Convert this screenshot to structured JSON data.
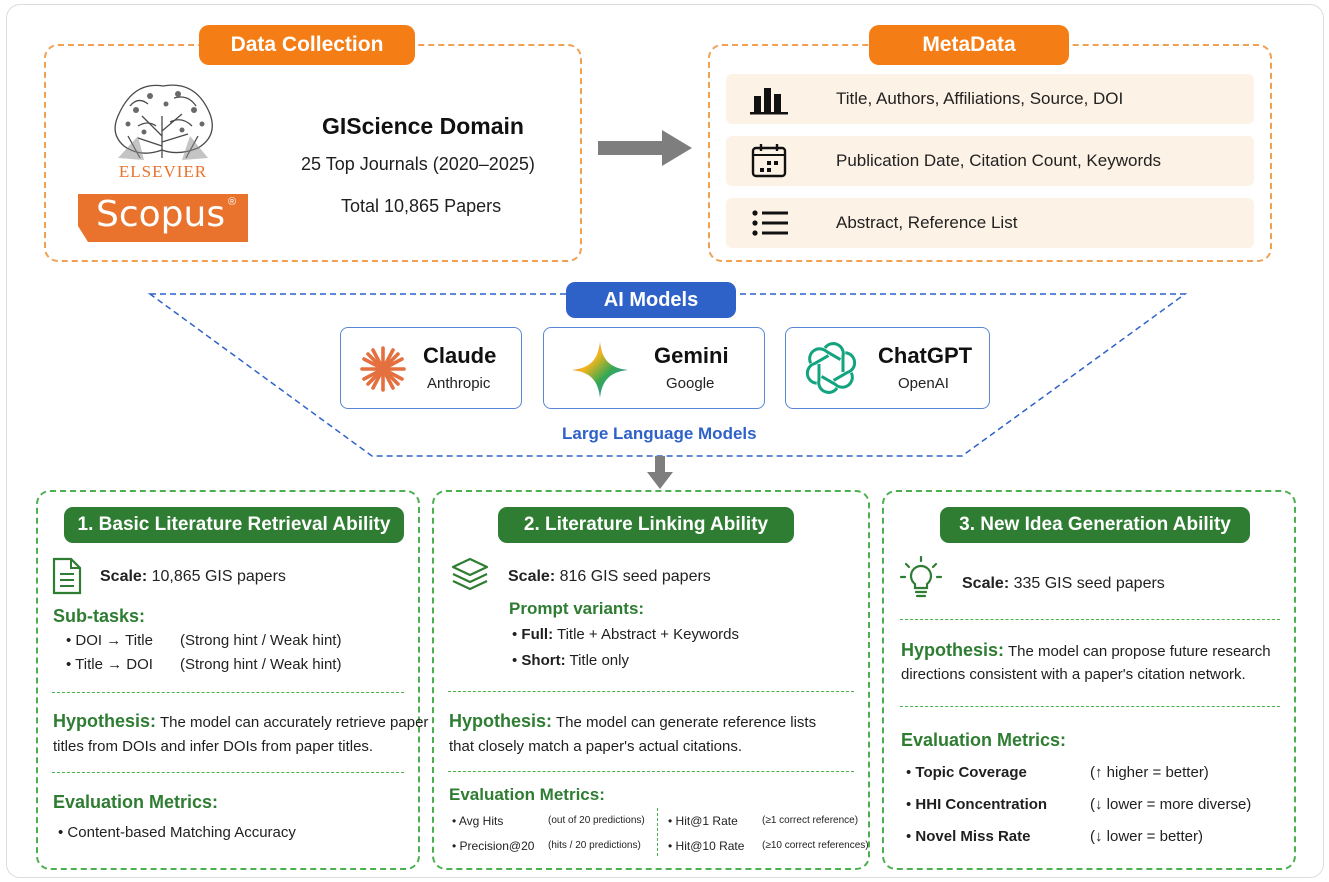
{
  "data_collection": {
    "title": "Data Collection",
    "publisher": "ELSEVIER",
    "brand": "Scopus",
    "brand_mark": "®",
    "domain": "GIScience Domain",
    "journals": "25 Top Journals (2020–2025)",
    "total": "Total 10,865 Papers"
  },
  "metadata": {
    "title": "MetaData",
    "rows": [
      {
        "icon": "bar-chart-icon",
        "label": "Title, Authors, Affiliations, Source, DOI"
      },
      {
        "icon": "calendar-icon",
        "label": "Publication Date, Citation Count, Keywords"
      },
      {
        "icon": "list-icon",
        "label": "Abstract, Reference List"
      }
    ]
  },
  "ai_models": {
    "title": "AI Models",
    "models": [
      {
        "name": "Claude",
        "org": "Anthropic",
        "icon": "claude-icon"
      },
      {
        "name": "Gemini",
        "org": "Google",
        "icon": "gemini-icon"
      },
      {
        "name": "ChatGPT",
        "org": "OpenAI",
        "icon": "chatgpt-icon"
      }
    ],
    "caption": "Large Language Models"
  },
  "ability1": {
    "title": "1. Basic Literature Retrieval Ability",
    "scale_label": "Scale:",
    "scale_value": " 10,865 GIS papers",
    "subtasks_heading": "Sub-tasks:",
    "subtasks": [
      {
        "task": "DOI → Title",
        "hint": "(Strong hint / Weak hint)"
      },
      {
        "task": "Title → DOI",
        "hint": "(Strong hint / Weak hint)"
      }
    ],
    "hyp_label": "Hypothesis:",
    "hyp_line1": "The model can accurately retrieve paper",
    "hyp_line2": "titles from DOIs and infer DOIs from paper titles.",
    "metrics_heading": "Evaluation Metrics:",
    "metrics": [
      "Content-based Matching Accuracy"
    ]
  },
  "ability2": {
    "title": "2. Literature Linking Ability",
    "scale_label": "Scale:",
    "scale_value": " 816 GIS seed papers",
    "prompt_heading": "Prompt variants:",
    "variants": [
      {
        "label": "Full:",
        "value": " Title + Abstract + Keywords"
      },
      {
        "label": "Short:",
        "value": " Title only"
      }
    ],
    "hyp_label": "Hypothesis:",
    "hyp_line1": "The model can generate reference lists",
    "hyp_line2": "that closely match a paper's actual citations.",
    "metrics_heading": "Evaluation Metrics:",
    "metrics": [
      {
        "name": "Avg Hits",
        "note": "(out of 20 predictions)"
      },
      {
        "name": "Precision@20",
        "note": "(hits / 20 predictions)"
      },
      {
        "name": "Hit@1 Rate",
        "note": "(≥1 correct reference)"
      },
      {
        "name": "Hit@10 Rate",
        "note": "(≥10 correct references)"
      }
    ]
  },
  "ability3": {
    "title": "3. New Idea Generation Ability",
    "scale_label": "Scale:",
    "scale_value": " 335 GIS seed papers",
    "hyp_label": "Hypothesis:",
    "hyp_line1": "The model can propose future research",
    "hyp_line2": "directions consistent with a paper's citation network.",
    "metrics_heading": "Evaluation Metrics:",
    "metrics": [
      {
        "name": "Topic Coverage",
        "note": "(↑ higher = better)"
      },
      {
        "name": "HHI Concentration",
        "note": "(↓ lower = more diverse)"
      },
      {
        "name": "Novel Miss Rate",
        "note": "(↓ lower = better)"
      }
    ]
  },
  "colors": {
    "orange": "#f47d16",
    "blue": "#2f62c9",
    "green": "#2e7d32"
  }
}
